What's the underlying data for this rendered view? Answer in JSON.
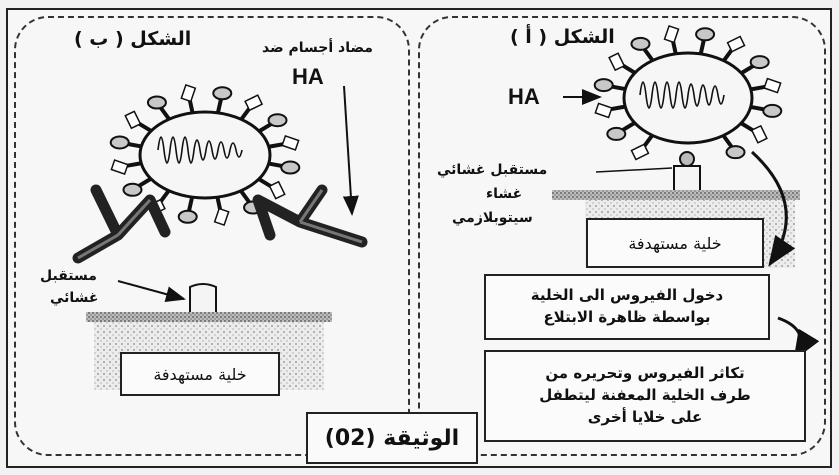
{
  "panel_b": {
    "title": "الشكل ( ب )",
    "antibody_label": "مضاد أجسام ضد",
    "ha_label": "HA",
    "receptor_label_line1": "مستقبل",
    "receptor_label_line2": "غشائي",
    "cell_label": "خلية مستهدفة"
  },
  "panel_a": {
    "title": "الشكل ( أ )",
    "ha_label": "HA",
    "receptor_label": "مستقبل غشائي",
    "membrane_label": "غشاء",
    "cytoplasm_label": "سيتوبلازمي",
    "cell_label": "خلية مستهدفة",
    "step1_line1": "دخول الفيروس الى الخلية",
    "step1_line2": "بواسطة ظاهرة الابتلاع",
    "step2_line1": "تكاثر الفيروس وتحريره من",
    "step2_line2": "طرف الخلية المعفنة ليتطفل",
    "step2_line3": "على خلايا أخرى"
  },
  "document_label": "الوثيقة (02)"
}
